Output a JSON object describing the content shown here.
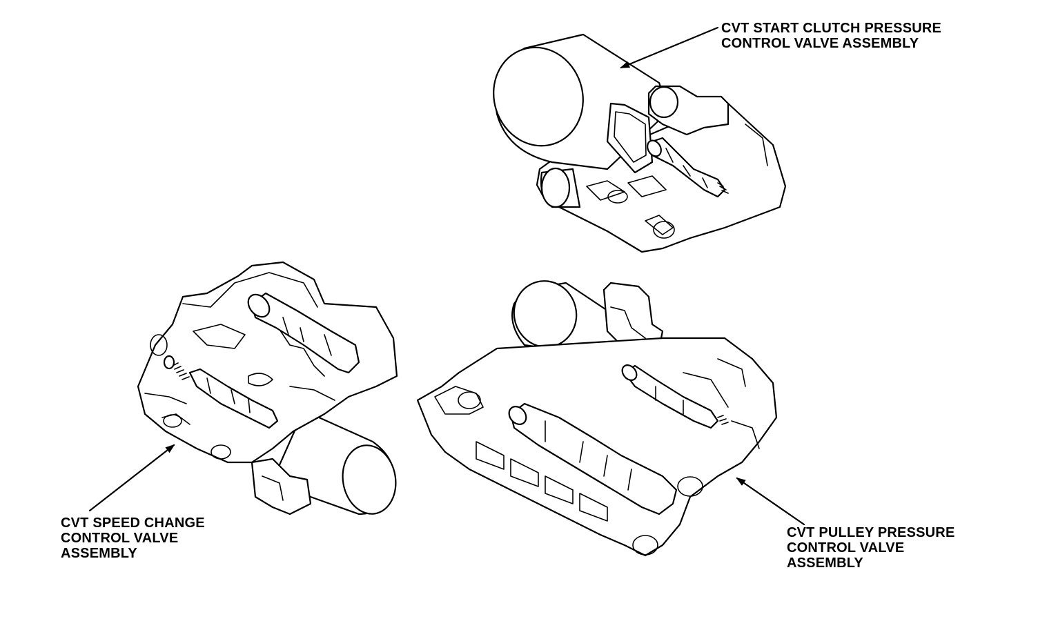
{
  "labels": {
    "start_clutch": {
      "line1": "CVT START CLUTCH PRESSURE",
      "line2": "CONTROL VALVE ASSEMBLY"
    },
    "speed_change": {
      "line1": "CVT SPEED CHANGE",
      "line2": "CONTROL VALVE",
      "line3": "ASSEMBLY"
    },
    "pulley_pressure": {
      "line1": "CVT PULLEY PRESSURE",
      "line2": "CONTROL VALVE",
      "line3": "ASSEMBLY"
    }
  },
  "colors": {
    "ink": "#000000",
    "paper": "#ffffff"
  }
}
